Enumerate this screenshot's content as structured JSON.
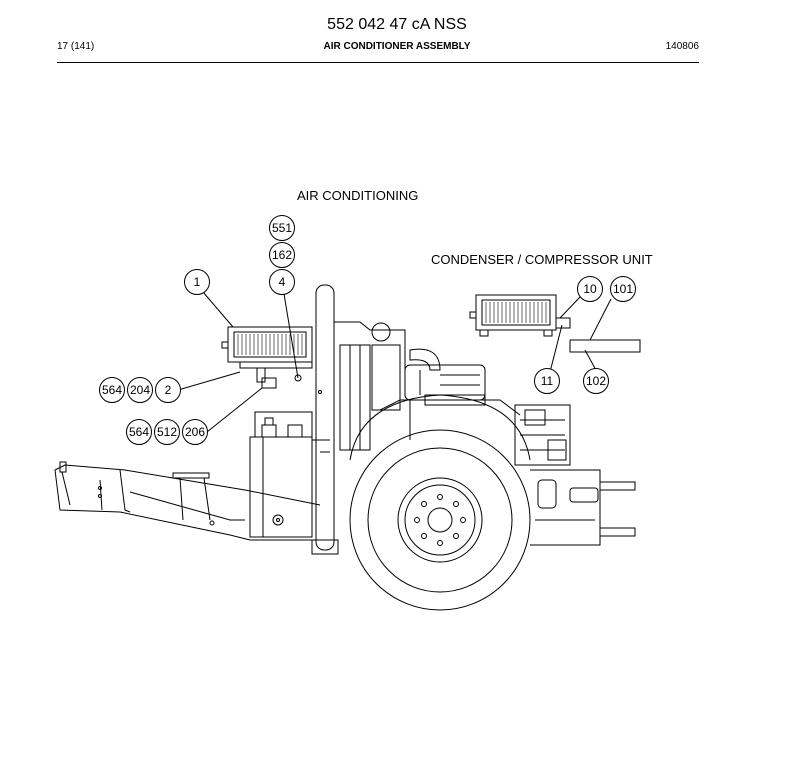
{
  "header": {
    "doc_number": "552 042 47 cA NSS",
    "page": "17 (141)",
    "section_title": "AIR CONDITIONER ASSEMBLY",
    "date_code": "140806"
  },
  "drawing": {
    "label_air_conditioning": "AIR CONDITIONING",
    "label_condenser_unit": "CONDENSER / COMPRESSOR UNIT",
    "callouts": [
      "551",
      "162",
      "1",
      "4",
      "10",
      "101",
      "11",
      "102",
      "564",
      "204",
      "2",
      "564",
      "512",
      "206"
    ]
  }
}
